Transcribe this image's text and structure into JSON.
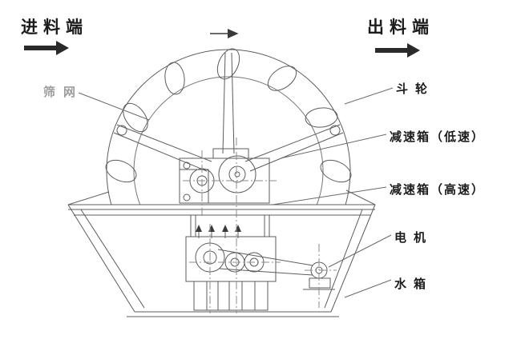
{
  "header": {
    "feed_end": "进料端",
    "discharge_end": "出料端"
  },
  "labels": {
    "screen_mesh": "筛网",
    "bucket_wheel": "斗轮",
    "gearbox_low": "减速箱（低速）",
    "gearbox_high": "减速箱（高速）",
    "motor": "电机",
    "water_tank": "水箱"
  },
  "colors": {
    "line": "#5c5c5c",
    "label": "#1b1b1b",
    "faint_label": "#9d9d9d",
    "arrow_fill": "#2a2a2a",
    "background": "#ffffff"
  }
}
